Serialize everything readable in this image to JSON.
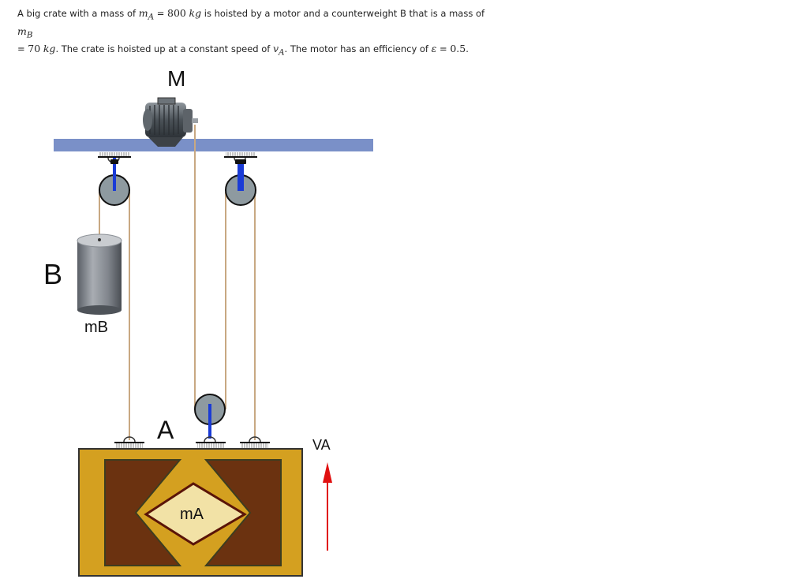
{
  "problem": {
    "t1": "A big crate with a mass of ",
    "ma_sym": "m",
    "ma_sub": "A",
    "t2": " = ",
    "ma_val": "800",
    "ma_unit": "kg",
    "t3": " is hoisted by a motor and a counterweight B that is a mass of ",
    "mb_sym": "m",
    "mb_sub": "B",
    "t4": "= ",
    "mb_val": "70",
    "mb_unit": "kg",
    "t5": ". The crate is hoisted up at a constant speed of ",
    "va_sym": "v",
    "va_sub": "A",
    "t6": ". The motor has an efficiency of ",
    "eps_sym": "ε",
    "t7": " = ",
    "eps_val": "0.5",
    "t8": "."
  },
  "diagram": {
    "motor_label": "M",
    "counterweight_label": "B",
    "counterweight_mass_label": "mB",
    "crate_label": "A",
    "crate_mass_label": "mA",
    "velocity_label": "VA"
  },
  "colors": {
    "ceiling": "#7a90c8",
    "rope": "#c8a882",
    "pulley": "#8e9aa0",
    "axle": "#1a3bd6",
    "crate_frame": "#d4a020",
    "crate_panel": "#6b3210",
    "arrow": "#e01010"
  }
}
